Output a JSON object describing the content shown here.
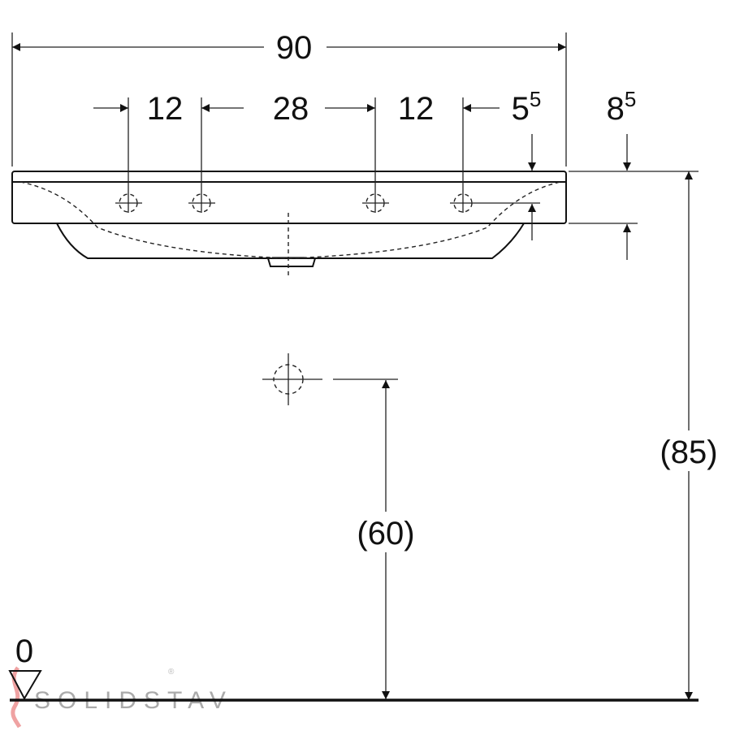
{
  "dimensions": {
    "total_width": "90",
    "left_offset": "12",
    "center_spacing": "28",
    "right_offset": "12",
    "tap_hole_height_main": "5",
    "tap_hole_height_sup": "5",
    "rim_height_main": "8",
    "rim_height_sup": "5",
    "total_height": "(85)",
    "drain_height": "(60)",
    "floor_level": "0"
  },
  "watermark": {
    "text": "SOLIDSTAV",
    "mark": "®",
    "color": "#e05a5a"
  },
  "colors": {
    "line": "#111111",
    "background": "#ffffff"
  }
}
